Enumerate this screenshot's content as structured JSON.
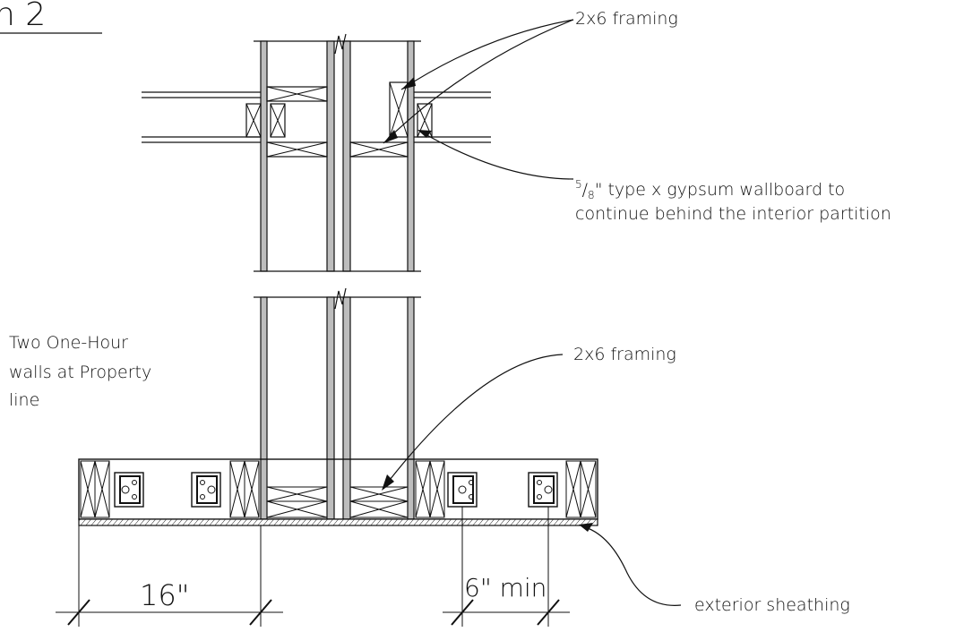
{
  "header": {
    "section_fragment": "n 2"
  },
  "labels": {
    "framing_top": "2x6 framing",
    "gypsum_line1_pre": "",
    "gypsum_fraction_num": "5",
    "gypsum_fraction_den": "8",
    "gypsum_line1_post": "\" type x gypsum wallboard to",
    "gypsum_line2": "continue behind the interior partition",
    "walls_line1": "Two One-Hour",
    "walls_line2": "walls at Property",
    "walls_line3": "line",
    "framing_bottom": "2x6 framing",
    "sheathing": "exterior sheathing"
  },
  "dimensions": {
    "stud_spacing": "16\"",
    "min_distance": "6\" min"
  },
  "colors": {
    "ink": "#111111",
    "gypsum_fill": "#bdbdbd"
  }
}
